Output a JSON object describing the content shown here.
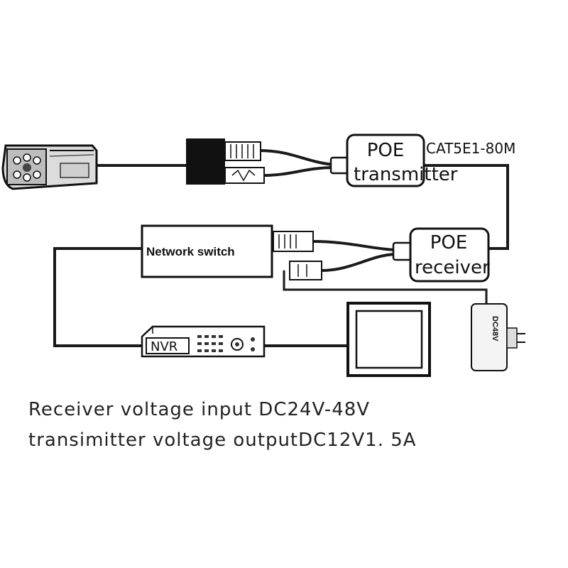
{
  "labels": {
    "cable_spec": "CAT5E1-80M",
    "transmitter_line1": "POE",
    "transmitter_line2": "transmitter",
    "receiver_line1": "POE",
    "receiver_line2": "receiver",
    "network_switch": "Network switch",
    "nvr": "NVR",
    "adapter": "DC48V"
  },
  "caption": {
    "line1": "Receiver voltage input DC24V-48V",
    "line2": "transimitter voltage outputDC12V1. 5A"
  }
}
